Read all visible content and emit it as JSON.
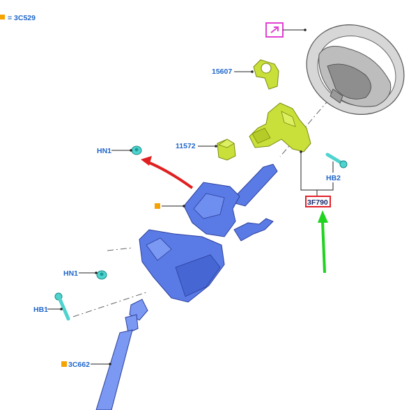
{
  "legend": {
    "swatch_color": "#f5a300",
    "text": "= 3C529"
  },
  "labels": {
    "p15607": "15607",
    "p11572": "11572",
    "hn1_top": "HN1",
    "hb2": "HB2",
    "p3f790": "3F790",
    "hn1_bottom": "HN1",
    "hb1": "HB1",
    "p3c662": "3C662"
  },
  "colors": {
    "label_blue": "#1f66c9",
    "part_yellow": "#c9e03a",
    "part_blue": "#5a7be6",
    "fastener_cyan": "#4fd3cf",
    "highlight_red": "#e0202a",
    "arrow_red": "#e02020",
    "arrow_green": "#21d321",
    "link_magenta": "#e040d0",
    "marker_orange": "#f5a300"
  },
  "icons": {
    "link": "external-link-icon"
  }
}
